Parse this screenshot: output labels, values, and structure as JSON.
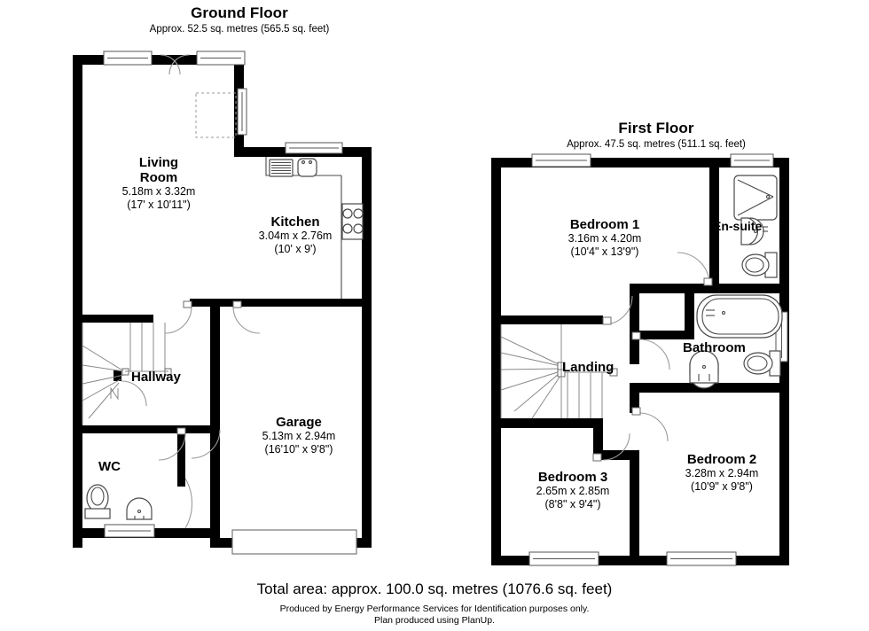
{
  "document": {
    "type": "floor-plan",
    "total_area_text": "Total area: approx. 100.0 sq. metres (1076.6 sq. feet)",
    "credit_line_1": "Produced by Energy Performance Services for Identification purposes only.",
    "credit_line_2": "Plan produced using PlanUp.",
    "colors": {
      "wall": "#000000",
      "background": "#ffffff",
      "fixture_stroke": "#4a4a4a",
      "door_arc": "#9a9a9a",
      "text": "#000000"
    }
  },
  "floors": [
    {
      "id": "ground-floor",
      "title": "Ground Floor",
      "subtitle": "Approx. 52.5 sq. metres (565.5 sq. feet)",
      "rooms": [
        {
          "id": "living-room",
          "name_line_1": "Living",
          "name_line_2": "Room",
          "dim_metric": "5.18m x 3.32m",
          "dim_imperial": "(17' x 10'11\")"
        },
        {
          "id": "kitchen",
          "name_line_1": "Kitchen",
          "dim_metric": "3.04m x 2.76m",
          "dim_imperial": "(10' x 9')"
        },
        {
          "id": "garage",
          "name_line_1": "Garage",
          "dim_metric": "5.13m x 2.94m",
          "dim_imperial": "(16'10\" x 9'8\")"
        },
        {
          "id": "hallway",
          "name_line_1": "Hallway"
        },
        {
          "id": "wc",
          "name_line_1": "WC"
        }
      ],
      "fixtures": [
        "sink-with-drainer",
        "hob-four-burner",
        "toilet",
        "wash-basin",
        "winder-staircase",
        "garage-door"
      ]
    },
    {
      "id": "first-floor",
      "title": "First Floor",
      "subtitle": "Approx. 47.5 sq. metres (511.1 sq. feet)",
      "rooms": [
        {
          "id": "bedroom-1",
          "name_line_1": "Bedroom 1",
          "dim_metric": "3.16m x 4.20m",
          "dim_imperial": "(10'4\" x 13'9\")"
        },
        {
          "id": "bedroom-2",
          "name_line_1": "Bedroom 2",
          "dim_metric": "3.28m x 2.94m",
          "dim_imperial": "(10'9\" x 9'8\")"
        },
        {
          "id": "bedroom-3",
          "name_line_1": "Bedroom 3",
          "dim_metric": "2.65m x 2.85m",
          "dim_imperial": "(8'8\" x 9'4\")"
        },
        {
          "id": "en-suite",
          "name_line_1": "En-suite"
        },
        {
          "id": "bathroom",
          "name_line_1": "Bathroom"
        },
        {
          "id": "landing",
          "name_line_1": "Landing"
        }
      ],
      "fixtures": [
        "shower-tray",
        "wash-basin",
        "toilet",
        "bathtub",
        "winder-staircase"
      ]
    }
  ]
}
